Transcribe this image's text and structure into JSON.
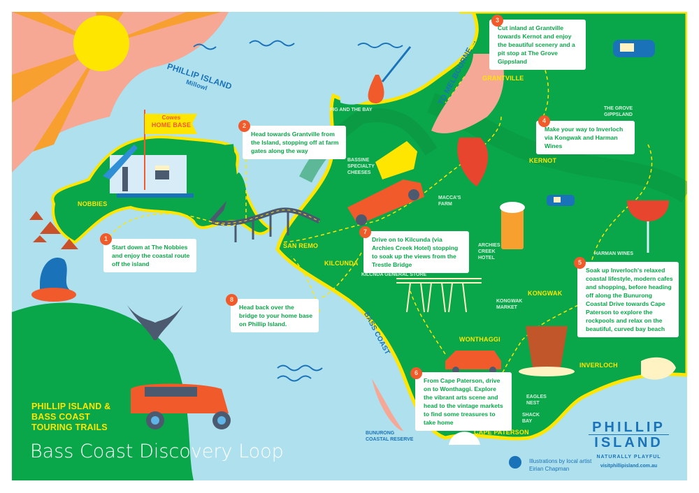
{
  "title": {
    "heading": "PHILLIP ISLAND & BASS COAST TOURING TRAILS",
    "subtitle": "Bass Coast Discovery Loop"
  },
  "island_label": {
    "name": "PHILLIP ISLAND",
    "tag": "Millowl"
  },
  "home_base": {
    "town": "Cowes",
    "label": "HOME BASE"
  },
  "to_melbourne": "TO MELBOURNE →",
  "places": {
    "nobbies": "NOBBIES",
    "san_remo": "SAN REMO",
    "kilcunda": "KILCUNDA",
    "grantville": "GRANTVILLE",
    "kernot": "KERNOT",
    "kongwak": "KONGWAK",
    "wonthaggi": "WONTHAGGI",
    "inverloch": "INVERLOCH",
    "cape_paterson": "CAPE PATERSON",
    "bass_coast": "BASS COAST"
  },
  "pois": {
    "fig": "FIG AND THE BAY",
    "cheese": "BASSINE SPECIALTY CHEESES",
    "macca": "MACCA'S FARM",
    "archies": "ARCHIES CREEK HOTEL",
    "kilcnda_store": "KILCNDA GENERAL STORE",
    "kongwak_market": "KONGWAK MARKET",
    "grove": "THE GROVE GIPPSLAND",
    "harman": "HARMAN WINES",
    "eagles": "EAGLES NEST",
    "shack": "SHACK BAY",
    "bunurong": "BUNURONG COASTAL RESERVE"
  },
  "stops": [
    {
      "n": "1",
      "text": "Start down at The Nobbies and enjoy the coastal route off the island"
    },
    {
      "n": "2",
      "text": "Head towards Grantville from the Island, stopping off at farm gates along the way"
    },
    {
      "n": "3",
      "text": "Cut inland at Grantville towards Kernot and enjoy the beautiful scenery and a pit stop at The Grove Gippsland"
    },
    {
      "n": "4",
      "text": "Make your way to Inverloch via Kongwak and Harman Wines"
    },
    {
      "n": "5",
      "text": "Soak up Inverloch's relaxed coastal lifestyle, modern cafes and shopping, before heading off along the Bunurong Coastal Drive towards Cape Paterson to explore the rockpools and relax on the beautiful, curved bay beach"
    },
    {
      "n": "6",
      "text": "From Cape Paterson, drive on to Wonthaggi. Explore the vibrant arts scene and head to the vintage markets to find some treasures to take home"
    },
    {
      "n": "7",
      "text": "Drive on to Kilcunda (via Archies Creek Hotel) stopping to soak up the views from the Trestle Bridge"
    },
    {
      "n": "8",
      "text": "Head back over the bridge to your home base on Phillip Island."
    }
  ],
  "credit": "Illustrations by local artist Eirian Chapman",
  "logo": {
    "line1": "PHILLIP",
    "line2": "ISLAND",
    "tagline": "NATURALLY PLAYFUL",
    "url": "visitphillipisland.com.au"
  },
  "colors": {
    "sea": "#afe0ee",
    "land": "#0aa64a",
    "coast": "#ffe600",
    "accent": "#f15a2b",
    "brand_blue": "#1a73b8"
  }
}
